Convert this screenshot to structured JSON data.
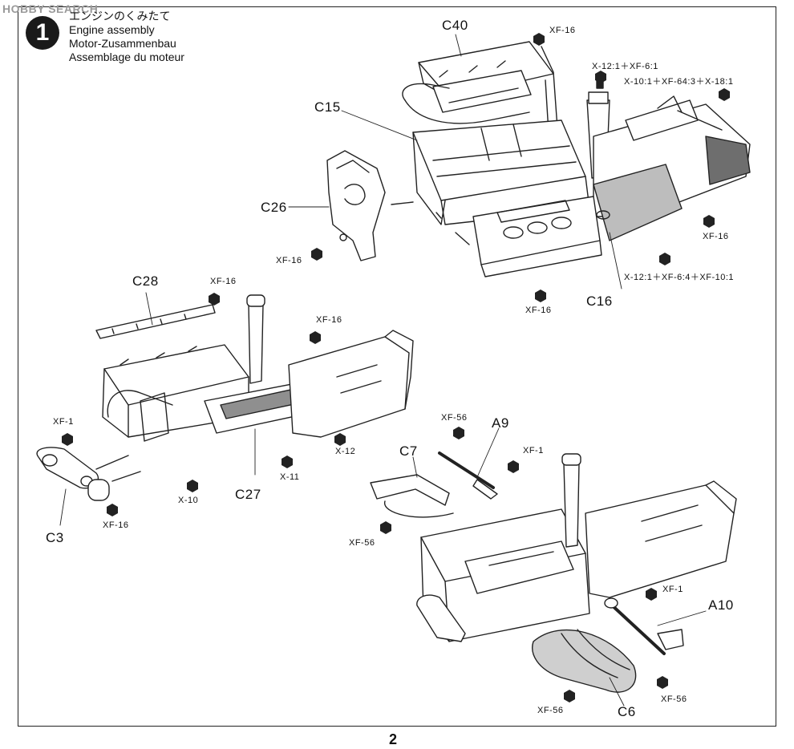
{
  "watermark": "HOBBY SEARCH",
  "step": {
    "number": "1",
    "title_ja": "エンジンのくみたて",
    "title_en": "Engine assembly",
    "title_de": "Motor-Zusammenbau",
    "title_fr": "Assemblage du moteur"
  },
  "labels": {
    "c40": "C40",
    "c15": "C15",
    "c26": "C26",
    "c16": "C16",
    "c28": "C28",
    "c27": "C27",
    "c3": "C3",
    "c7": "C7",
    "a9": "A9",
    "a10": "A10",
    "c6": "C6"
  },
  "paint": {
    "xf16_a": "XF-16",
    "mix1": "X-12:1＋XF-6:1",
    "mix2": "X-10:1＋XF-64:3＋X-18:1",
    "xf16_b": "XF-16",
    "xf16_c": "XF-16",
    "xf16_d": "XF-16",
    "mix3": "X-12:1＋XF-6:4＋XF-10:1",
    "xf16_e": "XF-16",
    "xf16_f": "XF-16",
    "xf1_a": "XF-1",
    "x12": "X-12",
    "x11": "X-11",
    "x10": "X-10",
    "xf16_g": "XF-16",
    "xf56_a": "XF-56",
    "xf1_b": "XF-1",
    "xf56_b": "XF-56",
    "xf1_c": "XF-1",
    "xf56_c": "XF-56",
    "xf56_d": "XF-56"
  },
  "page_number": "2"
}
